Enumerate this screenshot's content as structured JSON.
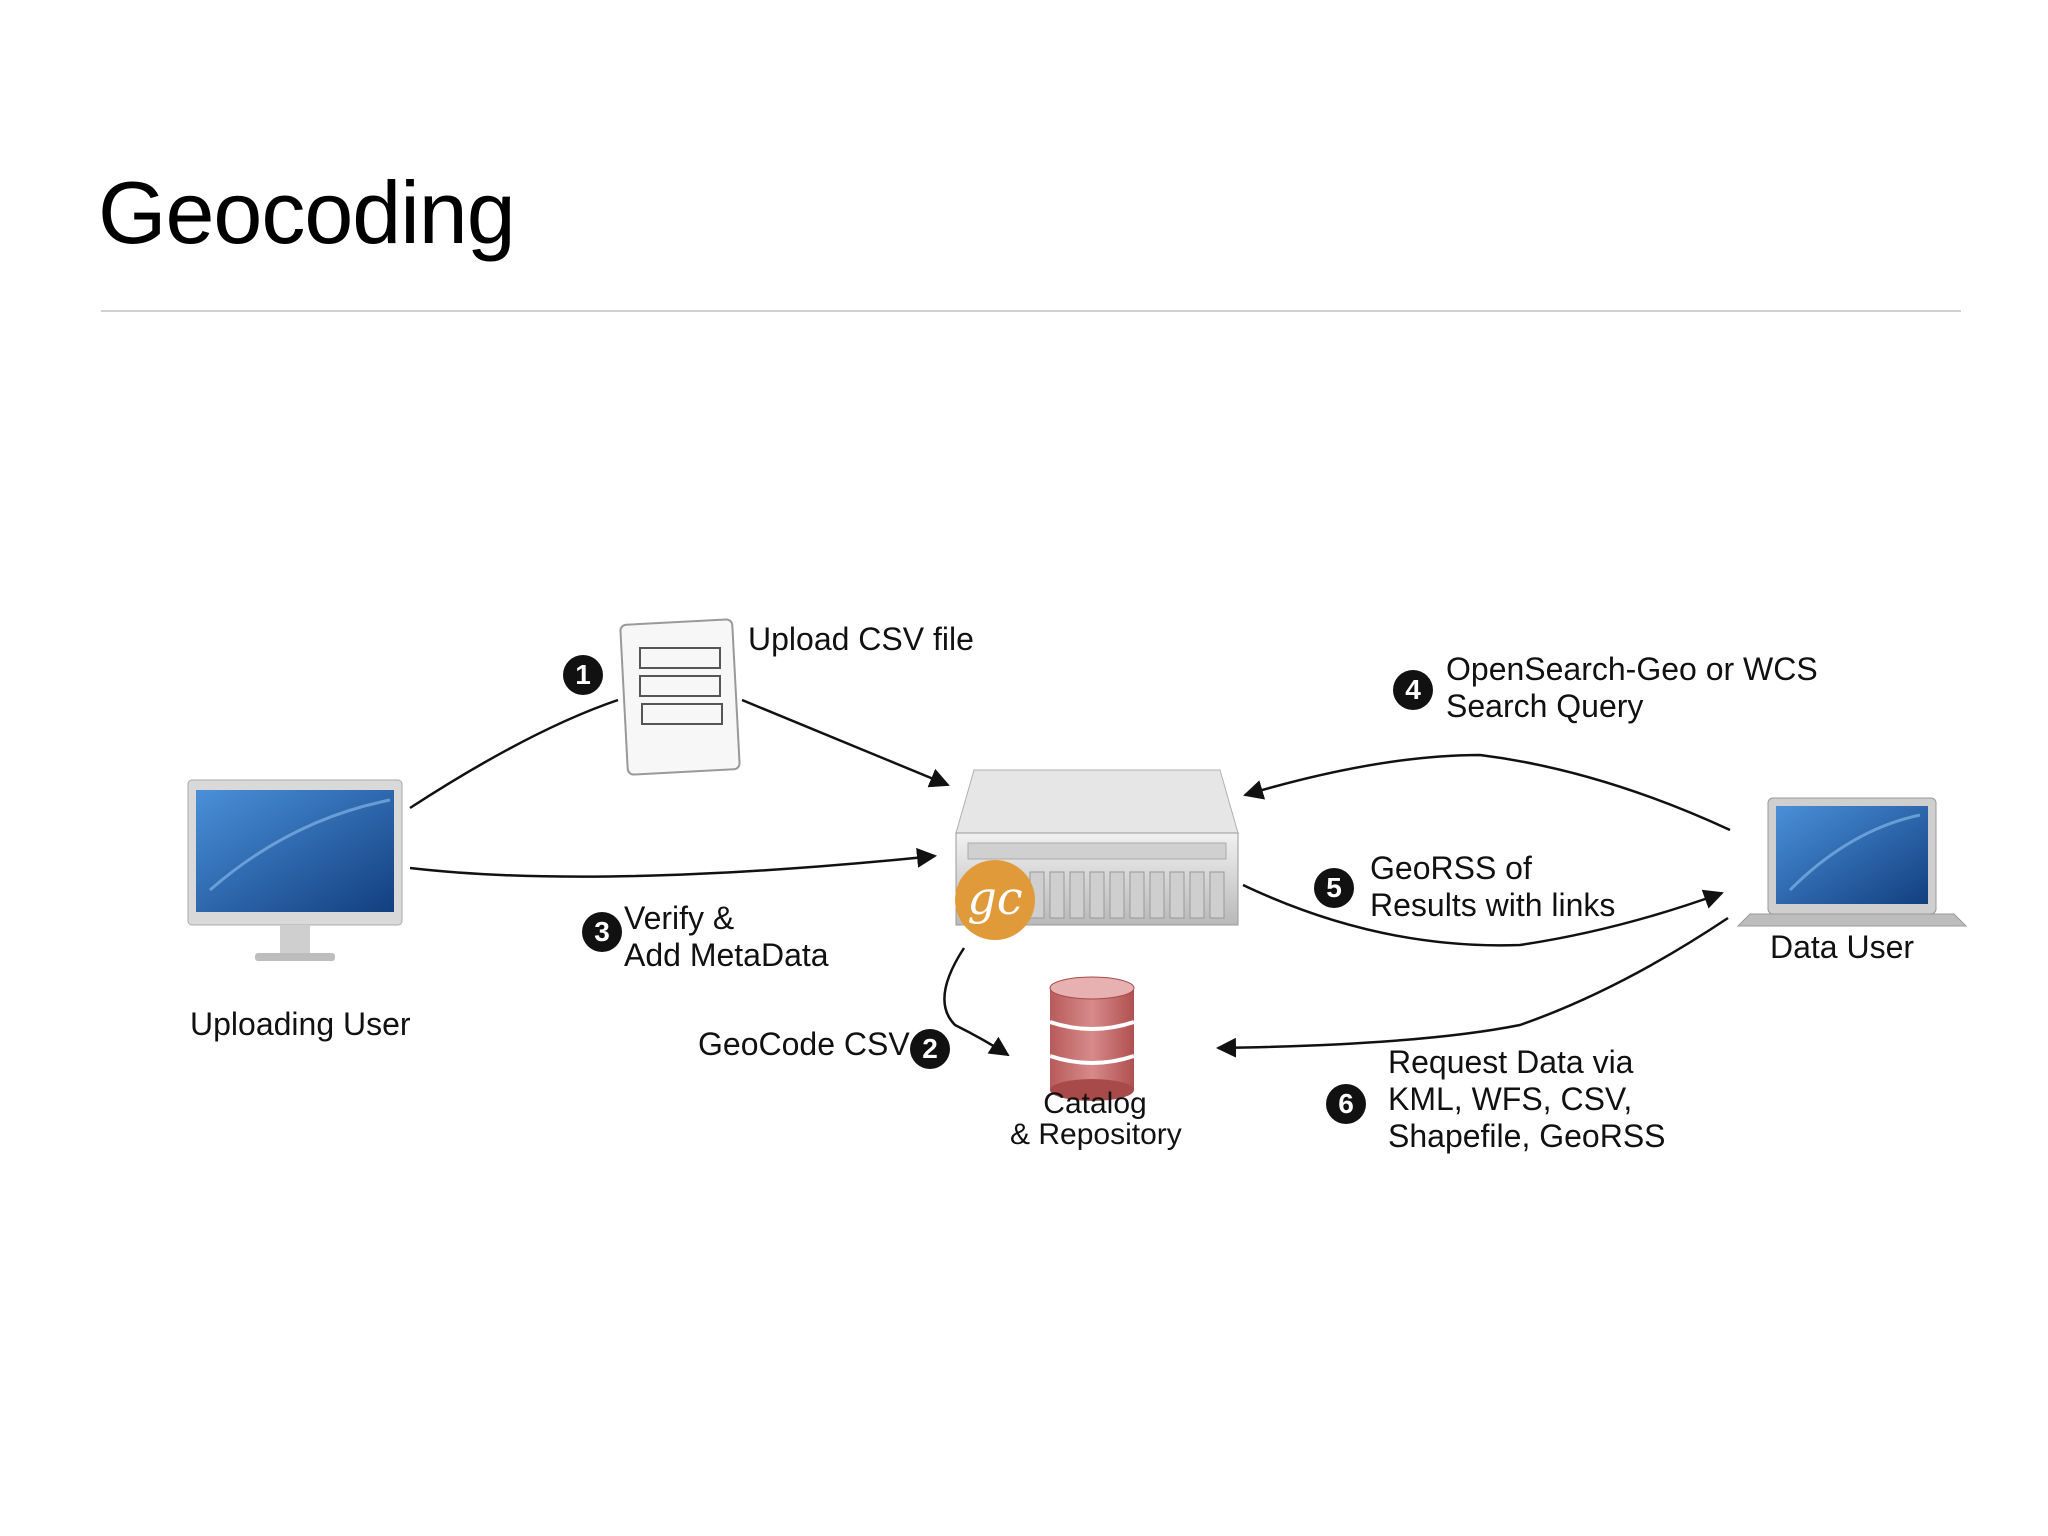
{
  "slide": {
    "title": "Geocoding"
  },
  "nodes": {
    "uploading_user": "Uploading User",
    "data_user": "Data User",
    "catalog_line1": "Catalog",
    "catalog_line2": "& Repository",
    "server_logo": "gc"
  },
  "steps": [
    {
      "number": "1",
      "lines": [
        "Upload CSV file"
      ]
    },
    {
      "number": "2",
      "lines": [
        "GeoCode CSV"
      ]
    },
    {
      "number": "3",
      "lines": [
        "Verify &",
        "Add MetaData"
      ]
    },
    {
      "number": "4",
      "lines": [
        "OpenSearch-Geo or WCS",
        "Search Query"
      ]
    },
    {
      "number": "5",
      "lines": [
        "GeoRSS of",
        "Results with links"
      ]
    },
    {
      "number": "6",
      "lines": [
        "Request Data via",
        "KML, WFS, CSV,",
        "Shapefile, GeoRSS"
      ]
    }
  ],
  "colors": {
    "screen_blue": "#1f63b0",
    "catalog_red": "#c86b6b",
    "logo_orange": "#e09a3a",
    "rule": "#d0d0d0"
  }
}
